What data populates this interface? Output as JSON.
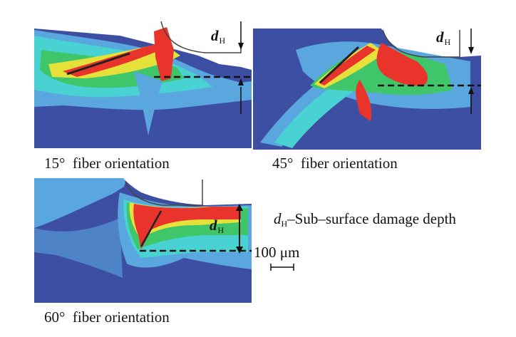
{
  "panels": [
    {
      "caption_angle": "15°",
      "caption_text": "fiber orientation",
      "dh_symbol": "d",
      "dh_subscript": "H"
    },
    {
      "caption_angle": "45°",
      "caption_text": "fiber orientation",
      "dh_symbol": "d",
      "dh_subscript": "H"
    },
    {
      "caption_angle": "60°",
      "caption_text": "fiber orientation",
      "dh_symbol": "d",
      "dh_subscript": "H"
    }
  ],
  "legend": {
    "symbol": "d",
    "subscript": "H",
    "text": "–Sub–surface damage depth"
  },
  "scale_bar": {
    "label": "100 μm"
  },
  "colors": {
    "background": "#3d4fa3",
    "light_blue": "#5aa7df",
    "cyan": "#49d2d2",
    "green": "#3fc66a",
    "yellow": "#e6e03a",
    "red": "#e8342a",
    "fiber": "#222222",
    "tool": "#444444"
  }
}
